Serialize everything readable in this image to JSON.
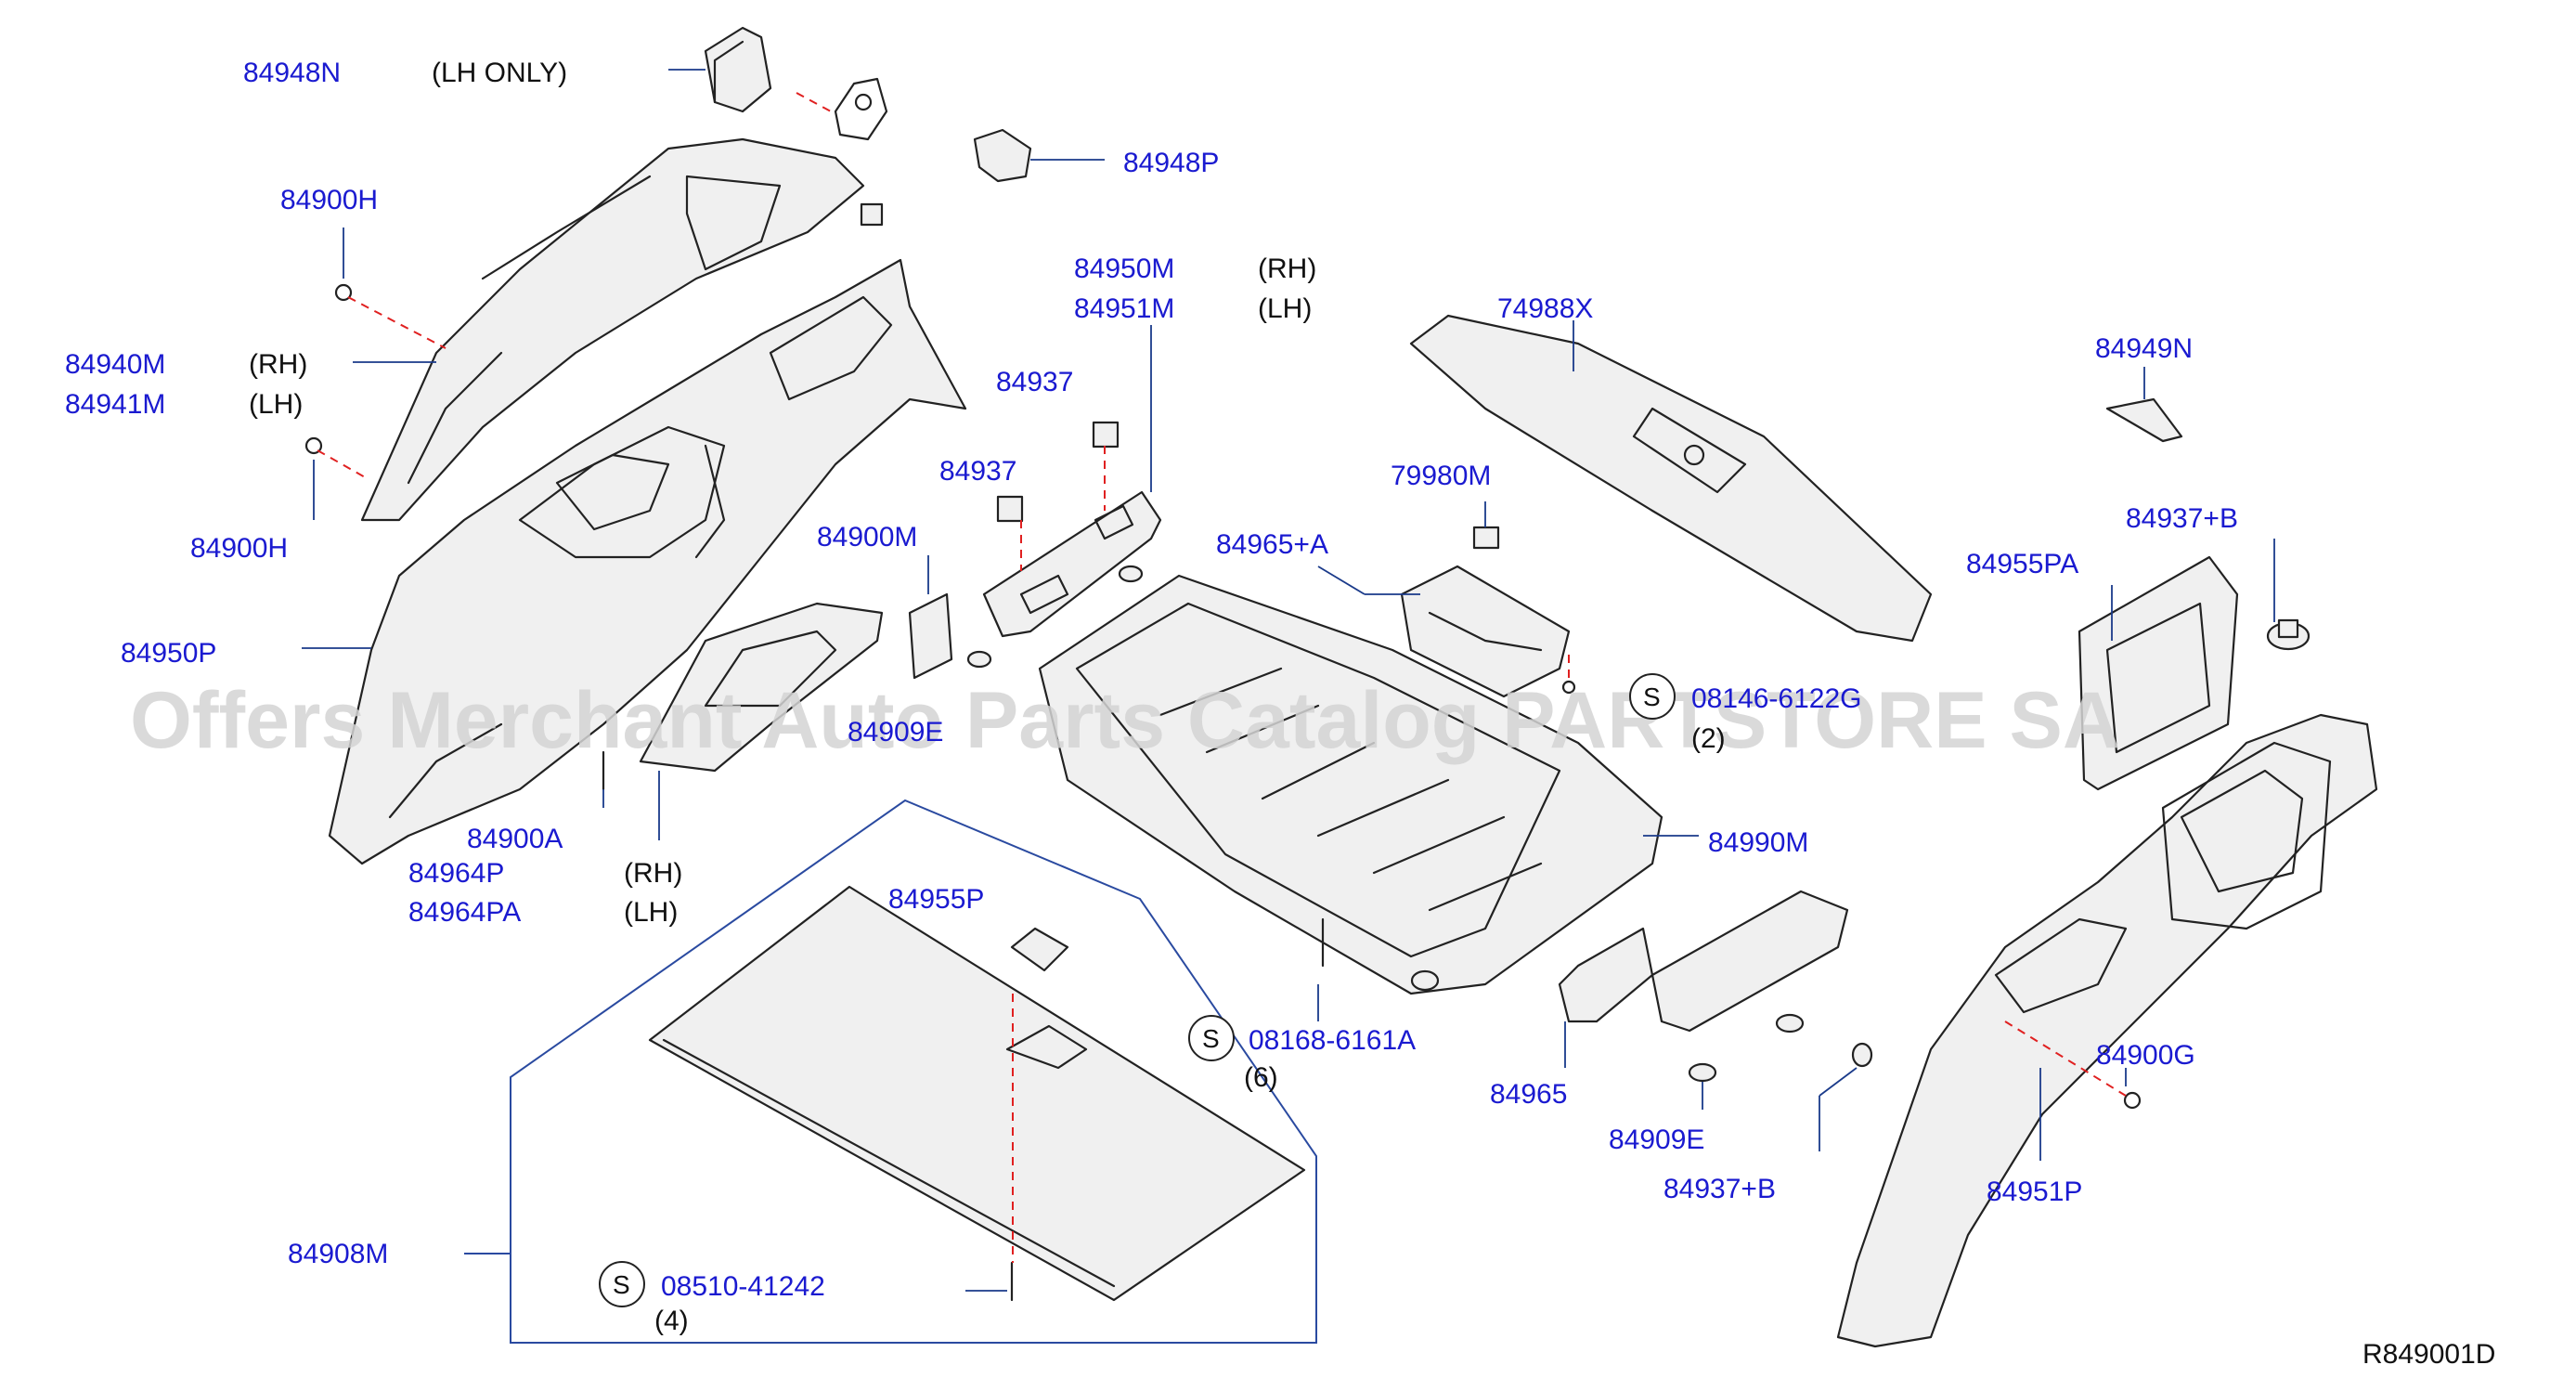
{
  "watermark": "Offers Merchant Auto Parts Catalog PARTSTORE SA",
  "diagram_code": "R849001D",
  "screw_symbol": "S",
  "labels": {
    "p84948N": "84948N",
    "n84948N": "(LH   ONLY)",
    "p84948P": "84948P",
    "p84900H_a": "84900H",
    "p84940M": "84940M",
    "n84940M": "(RH)",
    "p84941M": "84941M",
    "n84941M": "(LH)",
    "p84900H_b": "84900H",
    "p84950P": "84950P",
    "p84950M": "84950M",
    "n84950M": "(RH)",
    "p84951M": "84951M",
    "n84951M": "(LH)",
    "p84937_a": "84937",
    "p84937_b": "84937",
    "p84900M": "84900M",
    "p84909E_a": "84909E",
    "p84900A": "84900A",
    "p84964P": "84964P",
    "n84964P": "(RH)",
    "p84964PA": "84964PA",
    "n84964PA": "(LH)",
    "p74988X": "74988X",
    "p79980M": "79980M",
    "p84965A": "84965+A",
    "p08146": "08146-6122G",
    "n08146": "(2)",
    "p84990M": "84990M",
    "p84949N": "84949N",
    "p84937B_a": "84937+B",
    "p84955PA": "84955PA",
    "p84955P": "84955P",
    "p08168": "08168-6161A",
    "n08168": "(6)",
    "p84965": "84965",
    "p84909E_b": "84909E",
    "p84937B_b": "84937+B",
    "p84900G": "84900G",
    "p84951P": "84951P",
    "p84908M": "84908M",
    "p08510": "08510-41242",
    "n08510": "(4)"
  }
}
